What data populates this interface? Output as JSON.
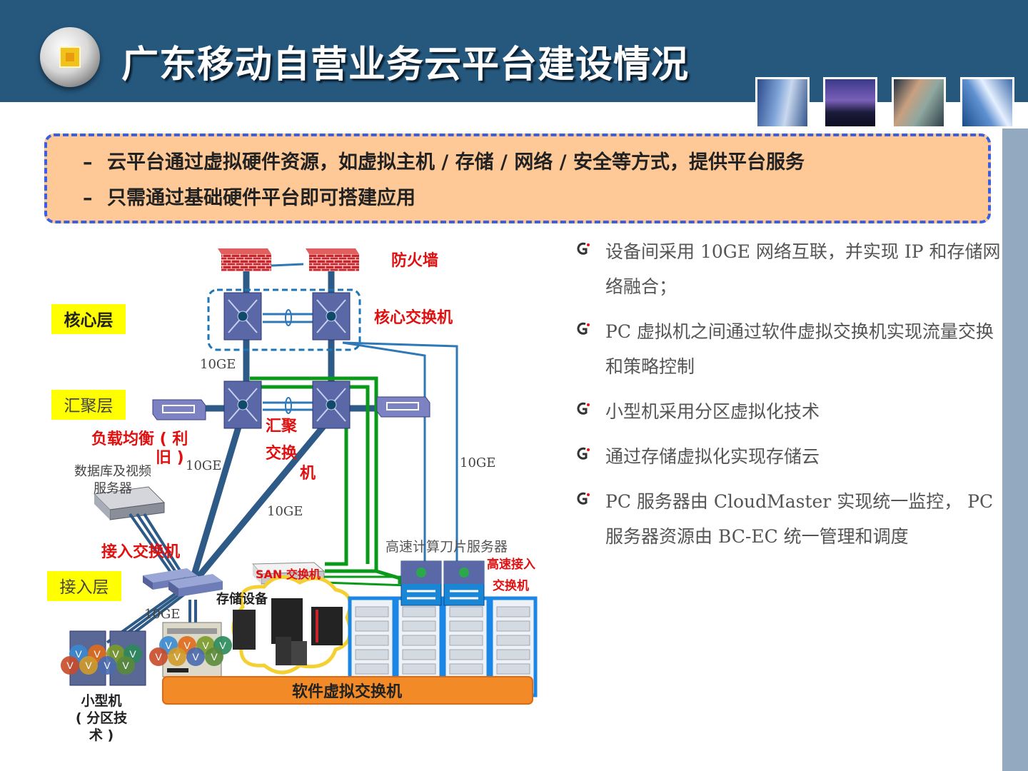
{
  "title": "广东移动自营业务云平台建设情况",
  "summary_box": {
    "items": [
      "云平台通过虚拟硬件资源，如虚拟主机 / 存储 / 网络 / 安全等方式，提供平台服务",
      "只需通过基础硬件平台即可搭建应用"
    ],
    "bullet_char": "–"
  },
  "bullets": [
    "设备间采用 10GE 网络互联，并实现 IP 和存储网络融合；",
    "PC 虚拟机之间通过软件虚拟交换机实现流量交换和策略控制",
    "小型机采用分区虚拟化技术",
    "通过存储虚拟化实现存储云",
    "PC 服务器由 CloudMaster 实现统一监控， PC 服务器资源由 BC-EC 统一管理和调度"
  ],
  "diagram": {
    "layers": {
      "core": "核心层",
      "aggregation": "汇聚层",
      "access": "接入层"
    },
    "labels": {
      "firewall": "防火墙",
      "core_switch": "核心交换机",
      "agg_switch_1": "汇聚",
      "agg_switch_2": "交换",
      "agg_switch_3": "机",
      "load_balancer_1": "负载均衡 ( 利",
      "load_balancer_2": "旧 )",
      "db_server_1": "数据库及视频",
      "db_server_2": "服务器",
      "access_switch": "接入交换机",
      "san_switch": "SAN 交换机",
      "storage": "存储设备",
      "blade_servers": "高速计算刀片服务器",
      "hs_access_1": "高速接入",
      "hs_access_2": "交换机",
      "vswitch": "软件虚拟交换机",
      "minicomputer_1": "小型机",
      "minicomputer_2": "( 分区技",
      "minicomputer_3": "术 )",
      "vm": "V"
    },
    "link_speeds": {
      "core_agg": "10GE",
      "agg_left": "10GE",
      "agg_center": "10GE",
      "right": "10GE",
      "access": "10GE"
    }
  },
  "colors": {
    "header": "#26587e",
    "summary_fill": "#fec996",
    "summary_border": "#3a5fe0",
    "red_label": "#e01010",
    "layer_label_bg": "#ffff00",
    "vswitch_fill": "#f28a28",
    "sidebar": "#93a9c0"
  }
}
